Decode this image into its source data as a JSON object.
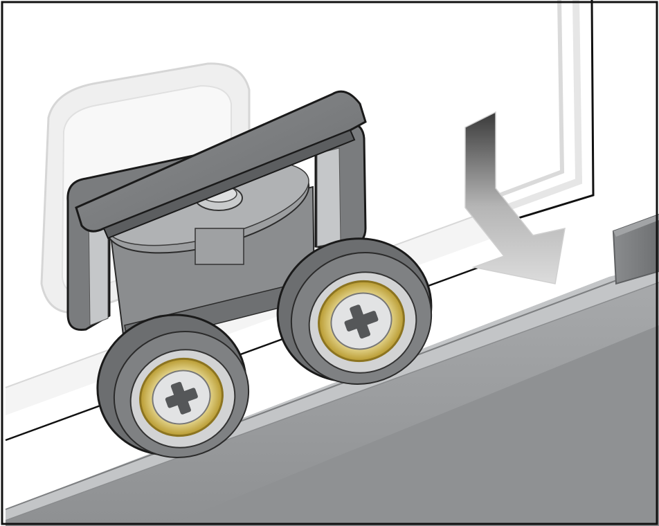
{
  "figure": {
    "subject": "shower-door-roller-installation",
    "instruction": "lower-roller-onto-track",
    "arrow_direction": "down-and-right"
  },
  "palette": {
    "frame_border": "#111111",
    "metal_dark": "#6f7173",
    "metal_mid": "#8c8e90",
    "metal_light": "#b8babb",
    "tire": "#7d7f81",
    "brass": "#c9b04a",
    "brass_light": "#efe4a6",
    "hub": "#d9dadb",
    "track_top": "#c4c6c8",
    "track_face": "#9a9c9e",
    "glass_edge": "#f0f0f0",
    "bracket_ghost": "#eeeeee"
  }
}
